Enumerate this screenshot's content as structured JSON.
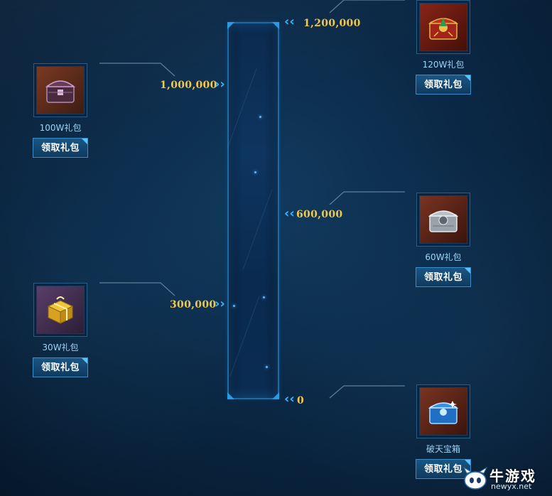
{
  "progress": {
    "current_fraction": 0
  },
  "milestones": [
    {
      "value": "1,200,000"
    },
    {
      "value": "1,000,000"
    },
    {
      "value": "600,000"
    },
    {
      "value": "300,000"
    },
    {
      "value": "0"
    }
  ],
  "rewards": [
    {
      "name": "100W礼包",
      "button": "领取礼包"
    },
    {
      "name": "120W礼包",
      "button": "领取礼包"
    },
    {
      "name": "60W礼包",
      "button": "领取礼包"
    },
    {
      "name": "30W礼包",
      "button": "领取礼包"
    },
    {
      "name": "破天宝箱",
      "button": "领取礼包"
    }
  ],
  "watermark": {
    "title": "牛游戏",
    "url": "newyx.net"
  },
  "colors": {
    "milestone": "#f2c74e",
    "accent": "#39b6ff",
    "reward_name": "#9ed3f5"
  }
}
